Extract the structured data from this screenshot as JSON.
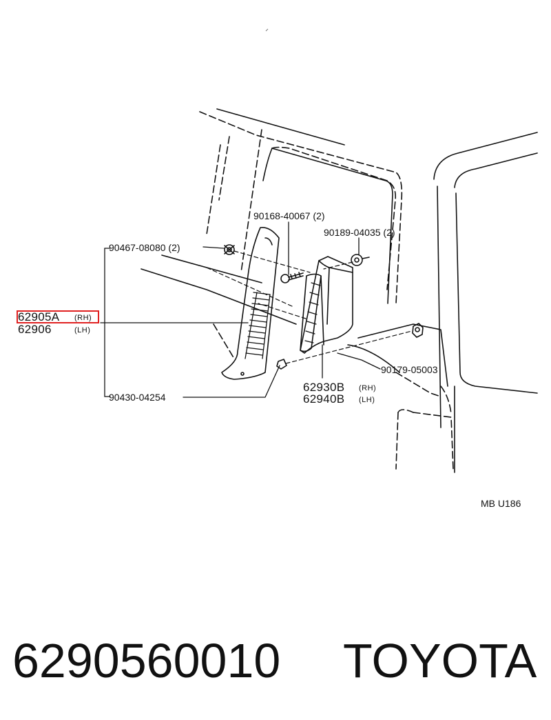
{
  "callouts": {
    "top_left_bolt": "90467-08080 (2)",
    "screw_top": "90168-40067 (2)",
    "clip_top_right": "90189-04035 (2)",
    "part_rh": "62905A",
    "part_rh_side": "(RH)",
    "part_lh": "62906",
    "part_lh_side": "(LH)",
    "nut_right": "90179-05003",
    "bottom_left_washer": "90430-04254",
    "duct_rh": "62930B",
    "duct_rh_side": "(RH)",
    "duct_lh": "62940B",
    "duct_lh_side": "(LH)",
    "figure_code": "MB  U186"
  },
  "footer": {
    "part_number": "6290560010",
    "brand": "TOYOTA"
  },
  "colors": {
    "highlight": "#e02020",
    "ink": "#111111"
  }
}
